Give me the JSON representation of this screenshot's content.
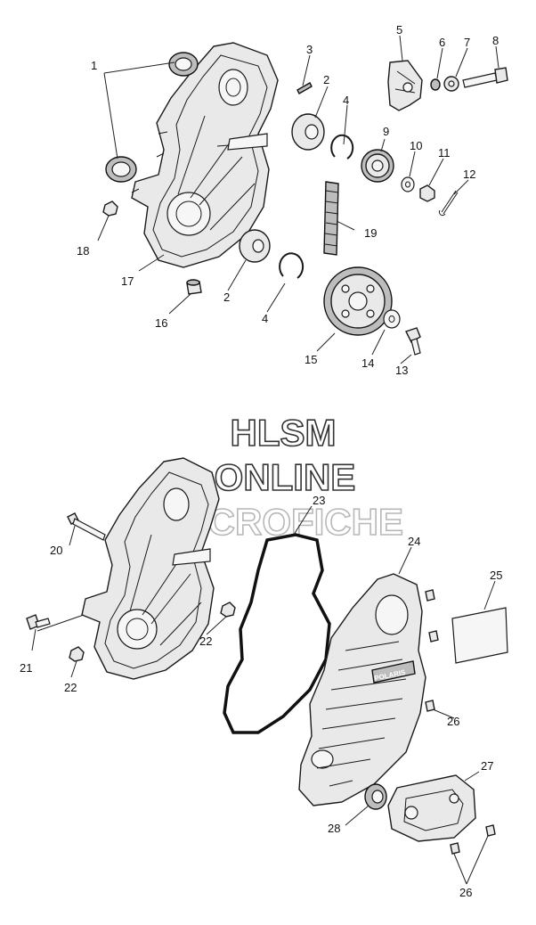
{
  "watermark": {
    "line1": "HLSM",
    "line2": "ONLINE",
    "line3": "MICROFICHE"
  },
  "logo_text": "POLARIS",
  "callouts": [
    {
      "id": "c1",
      "label": "1"
    },
    {
      "id": "c2a",
      "label": "2"
    },
    {
      "id": "c2b",
      "label": "2"
    },
    {
      "id": "c3",
      "label": "3"
    },
    {
      "id": "c4a",
      "label": "4"
    },
    {
      "id": "c4b",
      "label": "4"
    },
    {
      "id": "c5",
      "label": "5"
    },
    {
      "id": "c6",
      "label": "6"
    },
    {
      "id": "c7",
      "label": "7"
    },
    {
      "id": "c8",
      "label": "8"
    },
    {
      "id": "c9",
      "label": "9"
    },
    {
      "id": "c10",
      "label": "10"
    },
    {
      "id": "c11",
      "label": "11"
    },
    {
      "id": "c12",
      "label": "12"
    },
    {
      "id": "c13",
      "label": "13"
    },
    {
      "id": "c14",
      "label": "14"
    },
    {
      "id": "c15",
      "label": "15"
    },
    {
      "id": "c16",
      "label": "16"
    },
    {
      "id": "c17",
      "label": "17"
    },
    {
      "id": "c18",
      "label": "18"
    },
    {
      "id": "c19",
      "label": "19"
    },
    {
      "id": "c20",
      "label": "20"
    },
    {
      "id": "c21",
      "label": "21"
    },
    {
      "id": "c22a",
      "label": "22"
    },
    {
      "id": "c22b",
      "label": "22"
    },
    {
      "id": "c23",
      "label": "23"
    },
    {
      "id": "c24",
      "label": "24"
    },
    {
      "id": "c25",
      "label": "25"
    },
    {
      "id": "c26a",
      "label": "26"
    },
    {
      "id": "c26b",
      "label": "26"
    },
    {
      "id": "c27",
      "label": "27"
    },
    {
      "id": "c28",
      "label": "28"
    }
  ]
}
